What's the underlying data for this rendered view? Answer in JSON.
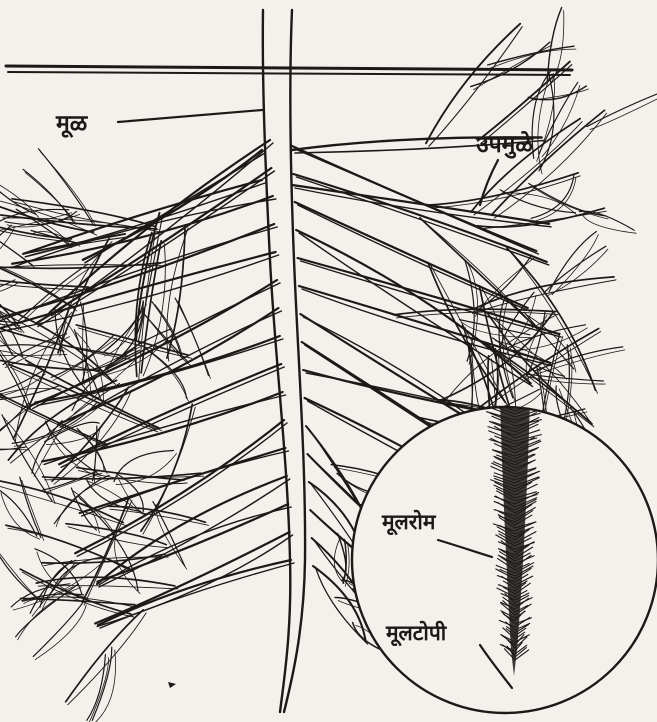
{
  "labels": {
    "root": "मूळ",
    "sub_roots": "उपमुळे",
    "root_hairs": "मूलरोम",
    "root_cap": "मूलटोपी"
  },
  "colors": {
    "paper": "#f3f1ec",
    "ink": "#1c1a17"
  }
}
